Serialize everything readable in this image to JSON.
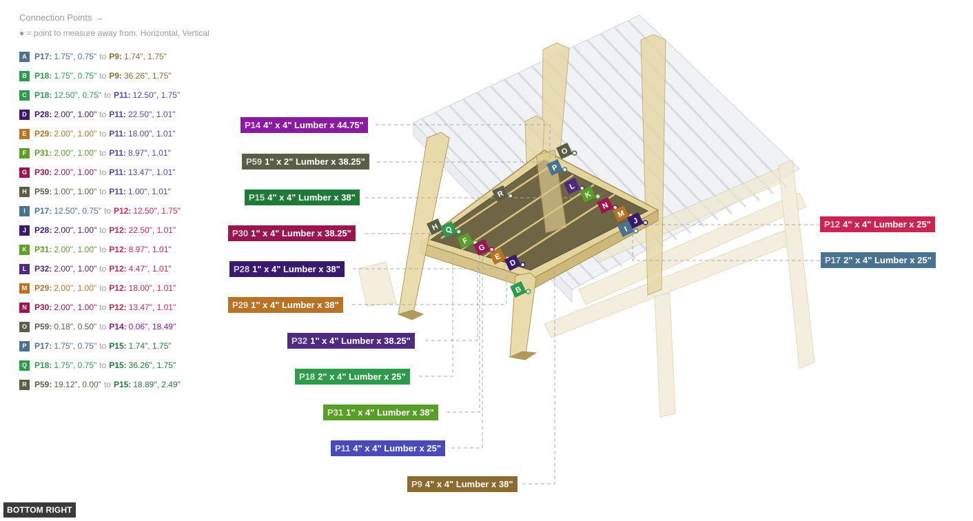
{
  "legend": {
    "title": "Connection Points →",
    "subtitle": "● = point to measure away from. Horizontal, Vertical",
    "to_word": "to",
    "rows": [
      {
        "letter": "A",
        "color": "#4a7390",
        "from": {
          "id": "P17:",
          "val": "1.75\", 0.75\"",
          "color": "#4a7390"
        },
        "to": {
          "id": "P9:",
          "val": "1.74\", 1.75\"",
          "color": "#8c6b30"
        }
      },
      {
        "letter": "B",
        "color": "#2e9a4c",
        "from": {
          "id": "P18:",
          "val": "1.75\", 0.75\"",
          "color": "#2e9a4c"
        },
        "to": {
          "id": "P9:",
          "val": "36.26\", 1.75\"",
          "color": "#8c6b30"
        }
      },
      {
        "letter": "C",
        "color": "#2e9a4c",
        "from": {
          "id": "P18:",
          "val": "12.50\", 0.75\"",
          "color": "#2e9a4c"
        },
        "to": {
          "id": "P11:",
          "val": "12.50\", 1.75\"",
          "color": "#4a4ab8"
        }
      },
      {
        "letter": "D",
        "color": "#3a1a6e",
        "from": {
          "id": "P28:",
          "val": "2.00\", 1.00\"",
          "color": "#3a1a6e"
        },
        "to": {
          "id": "P11:",
          "val": "22.50\", 1.01\"",
          "color": "#4a4ab8"
        }
      },
      {
        "letter": "E",
        "color": "#b87325",
        "from": {
          "id": "P29:",
          "val": "2.00\", 1.00\"",
          "color": "#b87325"
        },
        "to": {
          "id": "P11:",
          "val": "18.00\", 1.01\"",
          "color": "#4a4ab8"
        }
      },
      {
        "letter": "F",
        "color": "#5a9e2a",
        "from": {
          "id": "P31:",
          "val": "2.00\", 1.00\"",
          "color": "#5a9e2a"
        },
        "to": {
          "id": "P11:",
          "val": "8.97\", 1.01\"",
          "color": "#4a4ab8"
        }
      },
      {
        "letter": "G",
        "color": "#9a1650",
        "from": {
          "id": "P30:",
          "val": "2.00\", 1.00\"",
          "color": "#9a1650"
        },
        "to": {
          "id": "P11:",
          "val": "13.47\", 1.01\"",
          "color": "#4a4ab8"
        }
      },
      {
        "letter": "H",
        "color": "#5b5e45",
        "from": {
          "id": "P59:",
          "val": "1.00\", 1.00\"",
          "color": "#5b5e45"
        },
        "to": {
          "id": "P11:",
          "val": "1.00\", 1.01\"",
          "color": "#4a4ab8"
        }
      },
      {
        "letter": "I",
        "color": "#4a7390",
        "from": {
          "id": "P17:",
          "val": "12.50\", 0.75\"",
          "color": "#4a7390"
        },
        "to": {
          "id": "P12:",
          "val": "12.50\", 1.75\"",
          "color": "#c92552"
        }
      },
      {
        "letter": "J",
        "color": "#3a1a6e",
        "from": {
          "id": "P28:",
          "val": "2.00\", 1.00\"",
          "color": "#3a1a6e"
        },
        "to": {
          "id": "P12:",
          "val": "22.50\", 1.01\"",
          "color": "#c92552"
        }
      },
      {
        "letter": "K",
        "color": "#5a9e2a",
        "from": {
          "id": "P31:",
          "val": "2.00\", 1.00\"",
          "color": "#5a9e2a"
        },
        "to": {
          "id": "P12:",
          "val": "8.97\", 1.01\"",
          "color": "#c92552"
        }
      },
      {
        "letter": "L",
        "color": "#4e2a80",
        "from": {
          "id": "P32:",
          "val": "2.00\", 1.00\"",
          "color": "#4e2a80"
        },
        "to": {
          "id": "P12:",
          "val": "4.47\", 1.01\"",
          "color": "#c92552"
        }
      },
      {
        "letter": "M",
        "color": "#b87325",
        "from": {
          "id": "P29:",
          "val": "2.00\", 1.00\"",
          "color": "#b87325"
        },
        "to": {
          "id": "P12:",
          "val": "18.00\", 1.01\"",
          "color": "#c92552"
        }
      },
      {
        "letter": "N",
        "color": "#9a1650",
        "from": {
          "id": "P30:",
          "val": "2.00\", 1.00\"",
          "color": "#9a1650"
        },
        "to": {
          "id": "P12:",
          "val": "13.47\", 1.01\"",
          "color": "#c92552"
        }
      },
      {
        "letter": "O",
        "color": "#5b5e45",
        "from": {
          "id": "P59:",
          "val": "0.18\", 0.50\"",
          "color": "#5b5e45"
        },
        "to": {
          "id": "P14:",
          "val": "0.06\", 18.49\"",
          "color": "#8a1aa0"
        }
      },
      {
        "letter": "P",
        "color": "#4a7390",
        "from": {
          "id": "P17:",
          "val": "1.75\", 0.75\"",
          "color": "#4a7390"
        },
        "to": {
          "id": "P15:",
          "val": "1.74\", 1.75\"",
          "color": "#1f7a3a"
        }
      },
      {
        "letter": "Q",
        "color": "#2e9a4c",
        "from": {
          "id": "P18:",
          "val": "1.75\", 0.75\"",
          "color": "#2e9a4c"
        },
        "to": {
          "id": "P15:",
          "val": "36.26\", 1.75\"",
          "color": "#1f7a3a"
        }
      },
      {
        "letter": "R",
        "color": "#5b5e45",
        "from": {
          "id": "P59:",
          "val": "19.12\", 0.00\"",
          "color": "#5b5e45"
        },
        "to": {
          "id": "P15:",
          "val": "18.89\", 2.49\"",
          "color": "#1f7a3a"
        }
      }
    ]
  },
  "parts": [
    {
      "key": "p14",
      "id": "P14",
      "text": "4\" x 4\" Lumber x 44.75\"",
      "color": "#8a1aa0"
    },
    {
      "key": "p59",
      "id": "P59",
      "text": "1\" x 2\" Lumber x 38.25\"",
      "color": "#5b5e45"
    },
    {
      "key": "p15",
      "id": "P15",
      "text": "4\" x 4\" Lumber x 38\"",
      "color": "#1f7a3a"
    },
    {
      "key": "p30",
      "id": "P30",
      "text": "1\" x 4\" Lumber  x 38.25\"",
      "color": "#9a1650"
    },
    {
      "key": "p28",
      "id": "P28",
      "text": "1\" x 4\" Lumber  x 38\"",
      "color": "#3a1a6e"
    },
    {
      "key": "p29",
      "id": "P29",
      "text": "1\" x 4\" Lumber  x 38\"",
      "color": "#b87325"
    },
    {
      "key": "p32",
      "id": "P32",
      "text": "1\" x 4\" Lumber  x 38.25\"",
      "color": "#4e2a80"
    },
    {
      "key": "p18",
      "id": "P18",
      "text": "2\" x 4\" Lumber  x 25\"",
      "color": "#2e9a4c"
    },
    {
      "key": "p31",
      "id": "P31",
      "text": "1\" x 4\" Lumber  x 38\"",
      "color": "#5a9e2a"
    },
    {
      "key": "p11",
      "id": "P11",
      "text": "4\" x 4\" Lumber x 25\"",
      "color": "#4a4ab8"
    },
    {
      "key": "p9",
      "id": "P9",
      "text": "4\" x 4\" Lumber x 38\"",
      "color": "#8c6b30"
    },
    {
      "key": "p12",
      "id": "P12",
      "text": "4\" x 4\" Lumber x 25\"",
      "color": "#c92552"
    },
    {
      "key": "p17",
      "id": "P17",
      "text": "2\" x 4\" Lumber  x 25\"",
      "color": "#4a7390"
    }
  ],
  "markers": [
    {
      "letter": "O",
      "color": "#5b5e45"
    },
    {
      "letter": "P",
      "color": "#4a7390"
    },
    {
      "letter": "L",
      "color": "#4e2a80"
    },
    {
      "letter": "K",
      "color": "#5a9e2a"
    },
    {
      "letter": "N",
      "color": "#9a1650"
    },
    {
      "letter": "M",
      "color": "#b87325"
    },
    {
      "letter": "I",
      "color": "#4a7390"
    },
    {
      "letter": "J",
      "color": "#3a1a6e"
    },
    {
      "letter": "R",
      "color": "#5b5e45"
    },
    {
      "letter": "H",
      "color": "#5b5e45"
    },
    {
      "letter": "Q",
      "color": "#2e9a4c"
    },
    {
      "letter": "F",
      "color": "#5a9e2a"
    },
    {
      "letter": "G",
      "color": "#9a1650"
    },
    {
      "letter": "E",
      "color": "#b87325"
    },
    {
      "letter": "D",
      "color": "#3a1a6e"
    },
    {
      "letter": "B",
      "color": "#2e9a4c"
    }
  ],
  "view_button": {
    "label": "BOTTOM RIGHT"
  }
}
